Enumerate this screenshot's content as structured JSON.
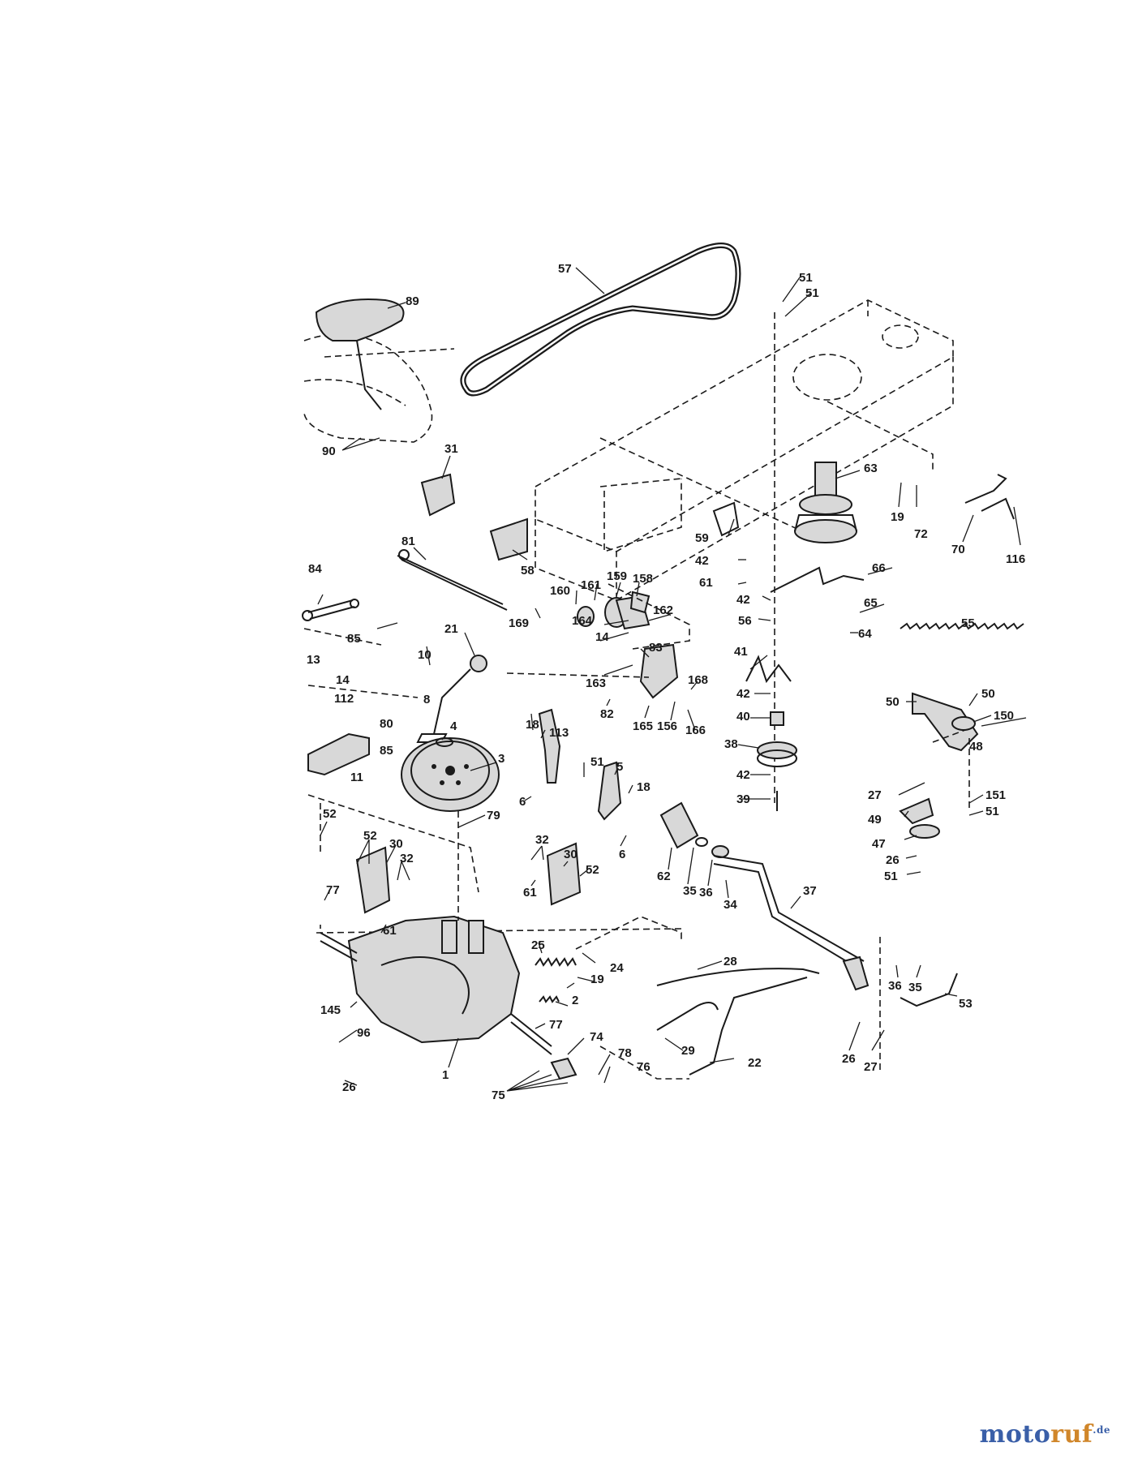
{
  "diagram": {
    "callouts": [
      {
        "id": "c57",
        "label": "57"
      },
      {
        "id": "c89",
        "label": "89"
      },
      {
        "id": "c90",
        "label": "90"
      },
      {
        "id": "c31",
        "label": "31"
      },
      {
        "id": "c81a",
        "label": "81"
      },
      {
        "id": "c58",
        "label": "58"
      },
      {
        "id": "c51a",
        "label": "51"
      },
      {
        "id": "c51b",
        "label": "51"
      },
      {
        "id": "c63",
        "label": "63"
      },
      {
        "id": "c19a",
        "label": "19"
      },
      {
        "id": "c72",
        "label": "72"
      },
      {
        "id": "c70",
        "label": "70"
      },
      {
        "id": "c116",
        "label": "116"
      },
      {
        "id": "c59",
        "label": "59"
      },
      {
        "id": "c42a",
        "label": "42"
      },
      {
        "id": "c61a",
        "label": "61"
      },
      {
        "id": "c66",
        "label": "66"
      },
      {
        "id": "c42b",
        "label": "42"
      },
      {
        "id": "c56",
        "label": "56"
      },
      {
        "id": "c65",
        "label": "65"
      },
      {
        "id": "c64",
        "label": "64"
      },
      {
        "id": "c55",
        "label": "55"
      },
      {
        "id": "c84",
        "label": "84"
      },
      {
        "id": "c85a",
        "label": "85"
      },
      {
        "id": "c160",
        "label": "160"
      },
      {
        "id": "c161",
        "label": "161"
      },
      {
        "id": "c159",
        "label": "159"
      },
      {
        "id": "c158",
        "label": "158"
      },
      {
        "id": "c162",
        "label": "162"
      },
      {
        "id": "c169",
        "label": "169"
      },
      {
        "id": "c164",
        "label": "164"
      },
      {
        "id": "c14a",
        "label": "14"
      },
      {
        "id": "c83",
        "label": "83"
      },
      {
        "id": "c163",
        "label": "163"
      },
      {
        "id": "c21",
        "label": "21"
      },
      {
        "id": "c10",
        "label": "10"
      },
      {
        "id": "c8a",
        "label": "8"
      },
      {
        "id": "c13",
        "label": "13"
      },
      {
        "id": "c14b",
        "label": "14"
      },
      {
        "id": "c112",
        "label": "112"
      },
      {
        "id": "c80",
        "label": "80"
      },
      {
        "id": "c85b",
        "label": "85"
      },
      {
        "id": "c11",
        "label": "11"
      },
      {
        "id": "c41",
        "label": "41"
      },
      {
        "id": "c168",
        "label": "168"
      },
      {
        "id": "c42c",
        "label": "42"
      },
      {
        "id": "c40",
        "label": "40"
      },
      {
        "id": "c38",
        "label": "38"
      },
      {
        "id": "c42d",
        "label": "42"
      },
      {
        "id": "c39",
        "label": "39"
      },
      {
        "id": "c82",
        "label": "82"
      },
      {
        "id": "c165",
        "label": "165"
      },
      {
        "id": "c156",
        "label": "156"
      },
      {
        "id": "c166",
        "label": "166"
      },
      {
        "id": "c50a",
        "label": "50"
      },
      {
        "id": "c50b",
        "label": "50"
      },
      {
        "id": "c150",
        "label": "150"
      },
      {
        "id": "c48",
        "label": "48"
      },
      {
        "id": "c27a",
        "label": "27"
      },
      {
        "id": "c151",
        "label": "151"
      },
      {
        "id": "c51c",
        "label": "51"
      },
      {
        "id": "c49",
        "label": "49"
      },
      {
        "id": "c47",
        "label": "47"
      },
      {
        "id": "c26a",
        "label": "26"
      },
      {
        "id": "c51d",
        "label": "51"
      },
      {
        "id": "c4",
        "label": "4"
      },
      {
        "id": "c3",
        "label": "3"
      },
      {
        "id": "c18a",
        "label": "18"
      },
      {
        "id": "c113",
        "label": "113"
      },
      {
        "id": "c51e",
        "label": "51"
      },
      {
        "id": "c5",
        "label": "5"
      },
      {
        "id": "c18b",
        "label": "18"
      },
      {
        "id": "c6a",
        "label": "6"
      },
      {
        "id": "c6b",
        "label": "6"
      },
      {
        "id": "c79",
        "label": "79"
      },
      {
        "id": "c52a",
        "label": "52"
      },
      {
        "id": "c52b",
        "label": "52"
      },
      {
        "id": "c30a",
        "label": "30"
      },
      {
        "id": "c32a",
        "label": "32"
      },
      {
        "id": "c32b",
        "label": "32"
      },
      {
        "id": "c30b",
        "label": "30"
      },
      {
        "id": "c52c",
        "label": "52"
      },
      {
        "id": "c61b",
        "label": "61"
      },
      {
        "id": "c62",
        "label": "62"
      },
      {
        "id": "c35a",
        "label": "35"
      },
      {
        "id": "c36a",
        "label": "36"
      },
      {
        "id": "c34",
        "label": "34"
      },
      {
        "id": "c37",
        "label": "37"
      },
      {
        "id": "c77a",
        "label": "77"
      },
      {
        "id": "c61c",
        "label": "61"
      },
      {
        "id": "c25",
        "label": "25"
      },
      {
        "id": "c24",
        "label": "24"
      },
      {
        "id": "c19b",
        "label": "19"
      },
      {
        "id": "c2",
        "label": "2"
      },
      {
        "id": "c28",
        "label": "28"
      },
      {
        "id": "c36b",
        "label": "36"
      },
      {
        "id": "c35b",
        "label": "35"
      },
      {
        "id": "c53",
        "label": "53"
      },
      {
        "id": "c145",
        "label": "145"
      },
      {
        "id": "c77b",
        "label": "77"
      },
      {
        "id": "c74",
        "label": "74"
      },
      {
        "id": "c96",
        "label": "96"
      },
      {
        "id": "c1",
        "label": "1"
      },
      {
        "id": "c29",
        "label": "29"
      },
      {
        "id": "c78",
        "label": "78"
      },
      {
        "id": "c76",
        "label": "76"
      },
      {
        "id": "c22",
        "label": "22"
      },
      {
        "id": "c26b",
        "label": "26"
      },
      {
        "id": "c27b",
        "label": "27"
      },
      {
        "id": "c75",
        "label": "75"
      },
      {
        "id": "c26c",
        "label": "26"
      }
    ]
  },
  "watermark": {
    "brand_a": "moto",
    "brand_b": "ruf",
    "suffix": ".de"
  }
}
